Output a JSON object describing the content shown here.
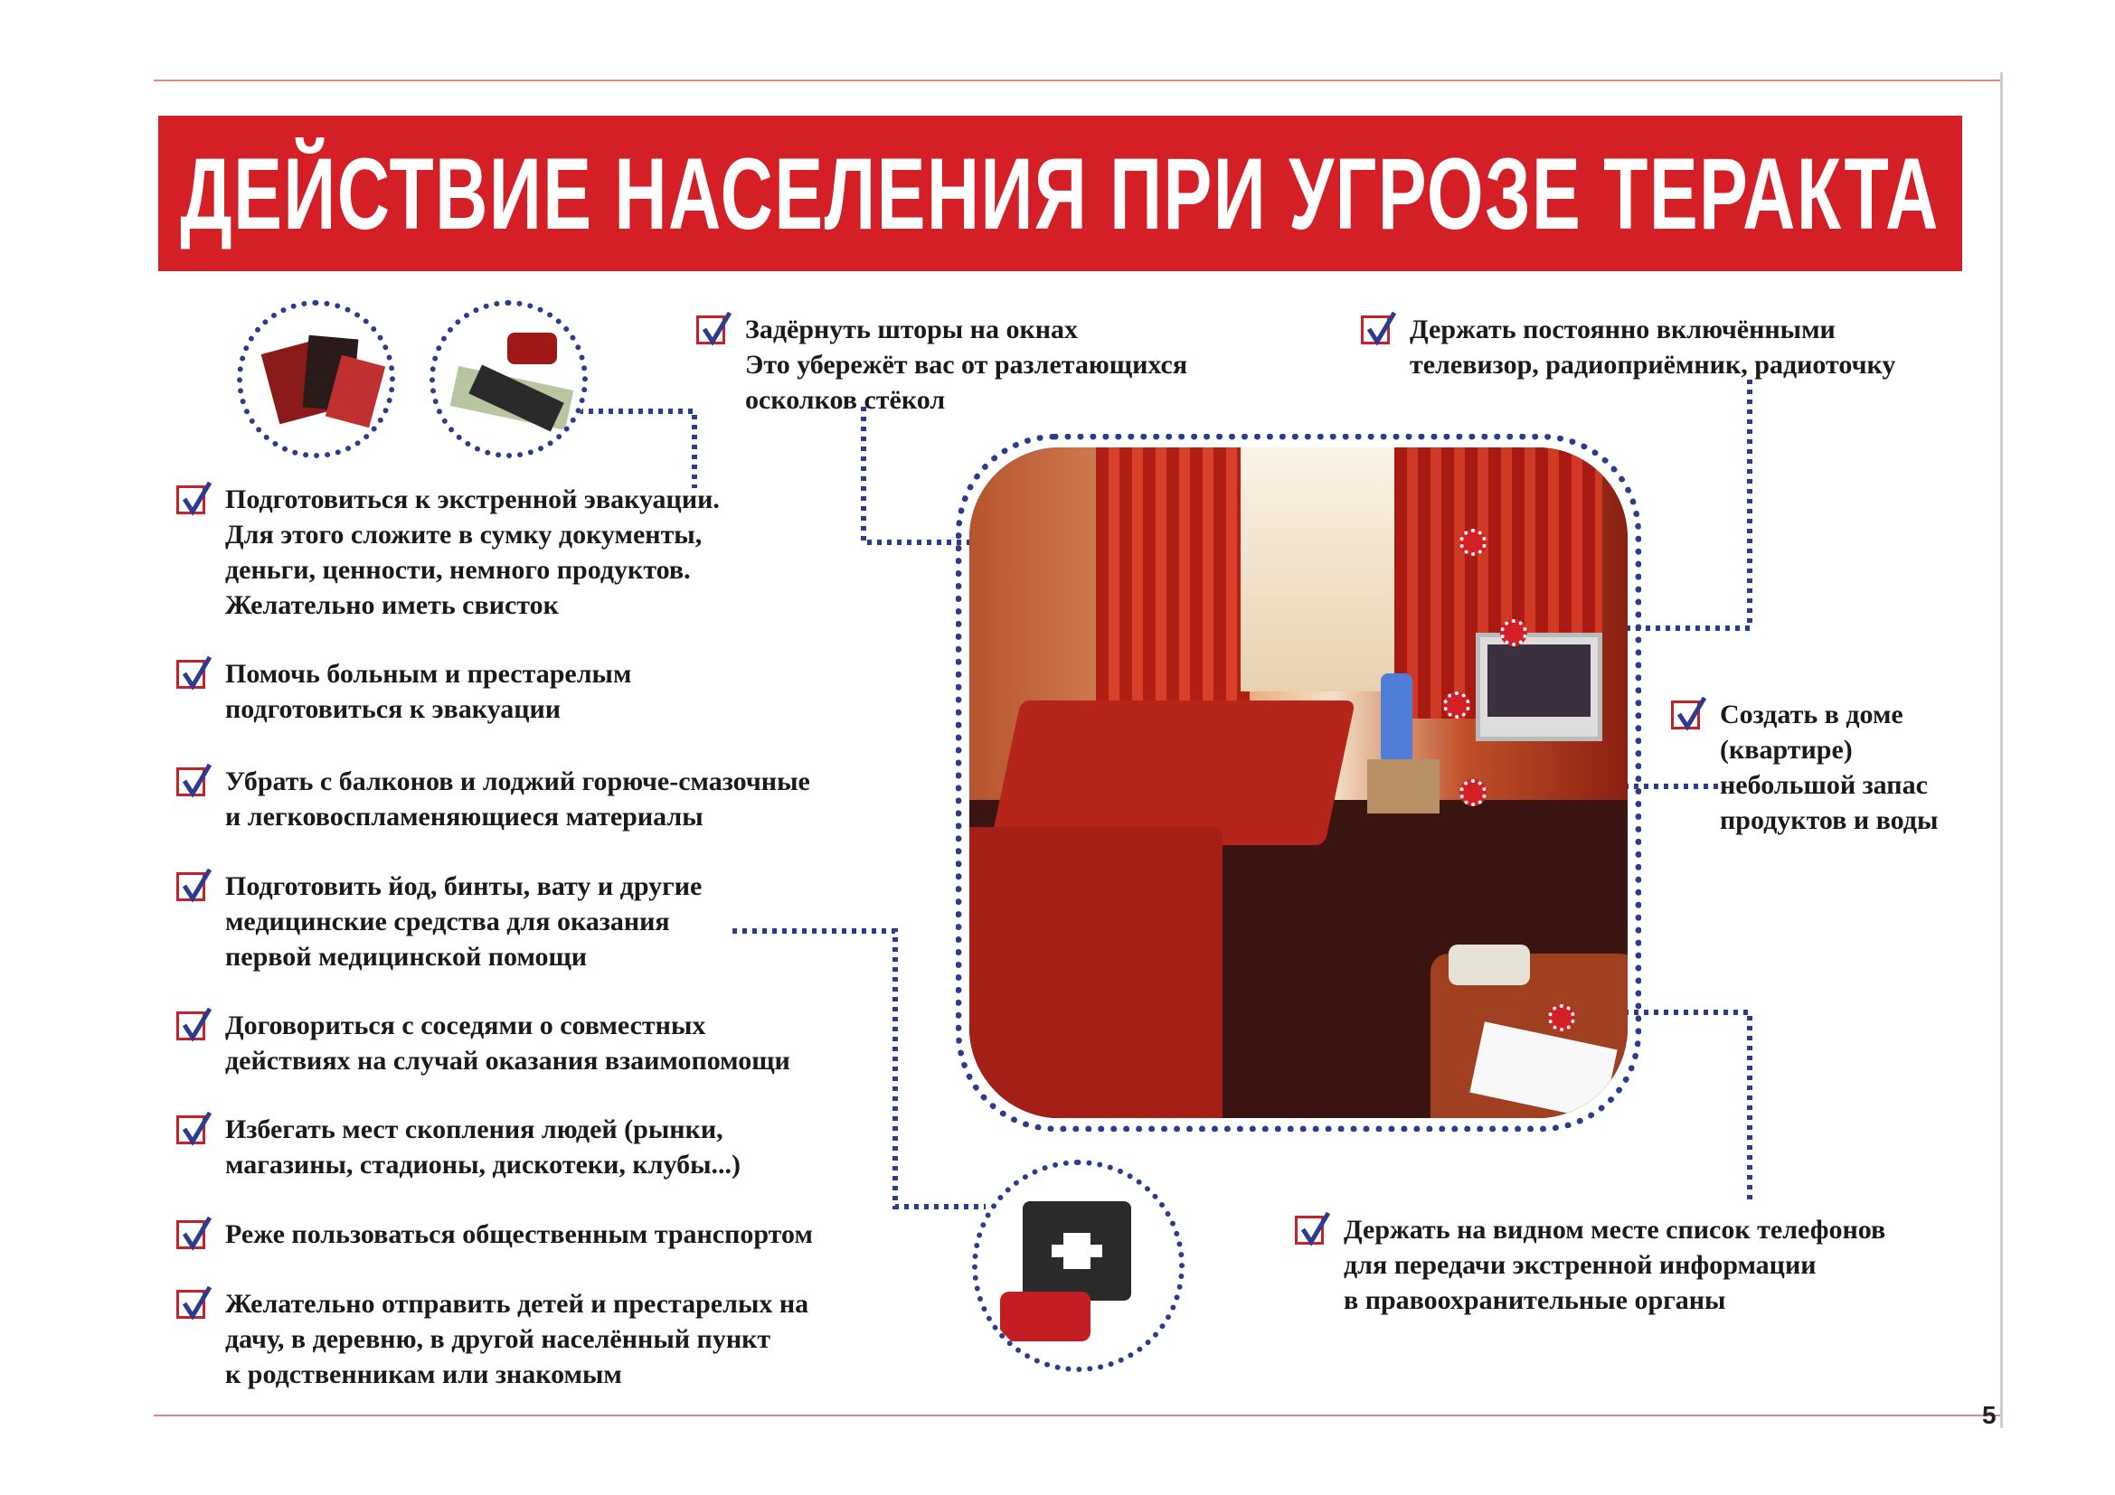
{
  "title": "ДЕЙСТВИЕ НАСЕЛЕНИЯ ПРИ УГРОЗЕ ТЕРАКТА",
  "left_items": [
    {
      "lines": [
        "Подготовиться к экстренной эвакуации.",
        "Для этого сложите в сумку документы,",
        "деньги, ценности, немного продуктов.",
        "Желательно иметь свисток"
      ]
    },
    {
      "lines": [
        "Помочь больным и престарелым",
        "подготовиться к эвакуации"
      ]
    },
    {
      "lines": [
        "Убрать с балконов и лоджий горюче-смазочные",
        "и легковоспламеняющиеся материалы"
      ]
    },
    {
      "lines": [
        "Подготовить йод, бинты, вату и другие",
        "медицинские средства для оказания",
        "первой медицинской помощи"
      ]
    },
    {
      "lines": [
        "Договориться с соседями о совместных",
        "действиях на случай оказания взаимопомощи"
      ]
    },
    {
      "lines": [
        "Избегать мест скопления людей (рынки,",
        "магазины, стадионы, дискотеки, клубы...)"
      ]
    },
    {
      "lines": [
        "Реже пользоваться общественным транспортом"
      ]
    },
    {
      "lines": [
        "Желательно отправить детей и престарелых на",
        "дачу, в деревню, в другой населённый пункт",
        "к родственникам или знакомым"
      ]
    }
  ],
  "curtains_item": {
    "lines": [
      "Задёрнуть шторы на окнах",
      "Это убережёт вас от разлетающихся",
      "осколков стёкол"
    ]
  },
  "tv_item": {
    "lines": [
      "Держать постоянно включёнными",
      "телевизор, радиоприёмник, радиоточку"
    ]
  },
  "supplies_item": {
    "lines": [
      "Создать в доме",
      "(квартире)",
      "небольшой запас",
      "продуктов и воды"
    ]
  },
  "phones_item": {
    "lines": [
      "Держать на видном месте список телефонов",
      "для передачи экстренной информации",
      "в правоохранительные органы"
    ]
  },
  "page_number": "5",
  "colors": {
    "red": "#d41f26",
    "navy": "#2d3b8f"
  }
}
